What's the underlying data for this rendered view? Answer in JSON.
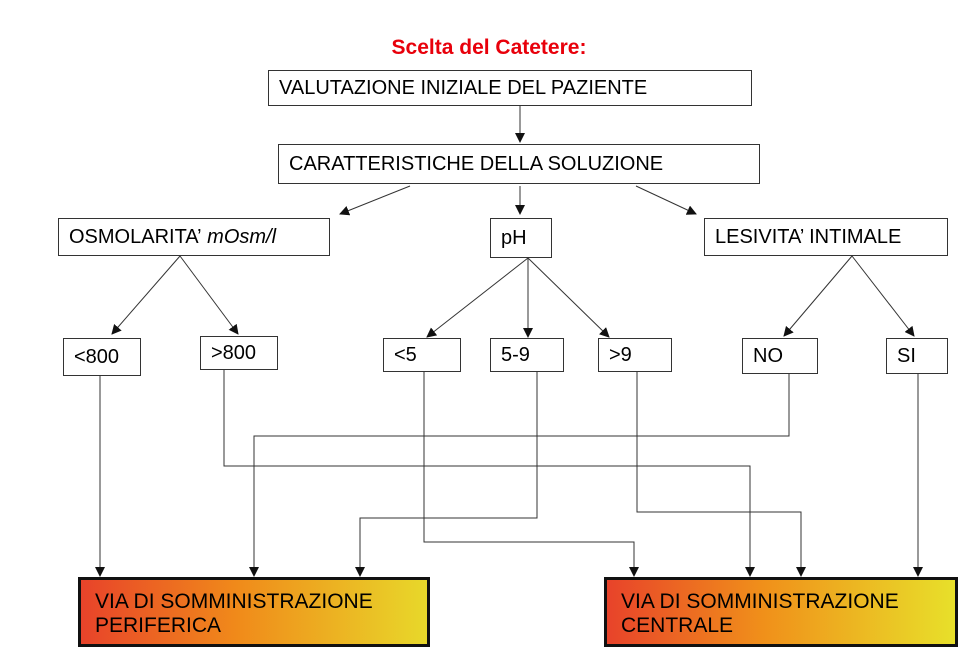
{
  "title": "Scelta del Catetere:",
  "nodes": {
    "valutazione": "VALUTAZIONE INIZIALE DEL PAZIENTE",
    "caratteristiche": "CARATTERISTICHE DELLA SOLUZIONE",
    "osmolarita": "OSMOLARITA’",
    "osmolarita_unit": "mOsm/l",
    "ph": "pH",
    "lesivita": "LESIVITA’ INTIMALE",
    "osm_lt800": "<800",
    "osm_gt800": ">800",
    "ph_lt5": "<5",
    "ph_5_9": "5-9",
    "ph_gt9": ">9",
    "les_no": "NO",
    "les_si": "SI"
  },
  "destinations": {
    "periferica_line1": "VIA DI SOMMINISTRAZIONE",
    "periferica_line2": "PERIFERICA",
    "centrale_line1": "VIA DI SOMMINISTRAZIONE",
    "centrale_line2": "CENTRALE"
  },
  "colors": {
    "title": "#e8000b",
    "destination_gradient_start": "#e8432a",
    "destination_gradient_end": "#e8d82a"
  }
}
